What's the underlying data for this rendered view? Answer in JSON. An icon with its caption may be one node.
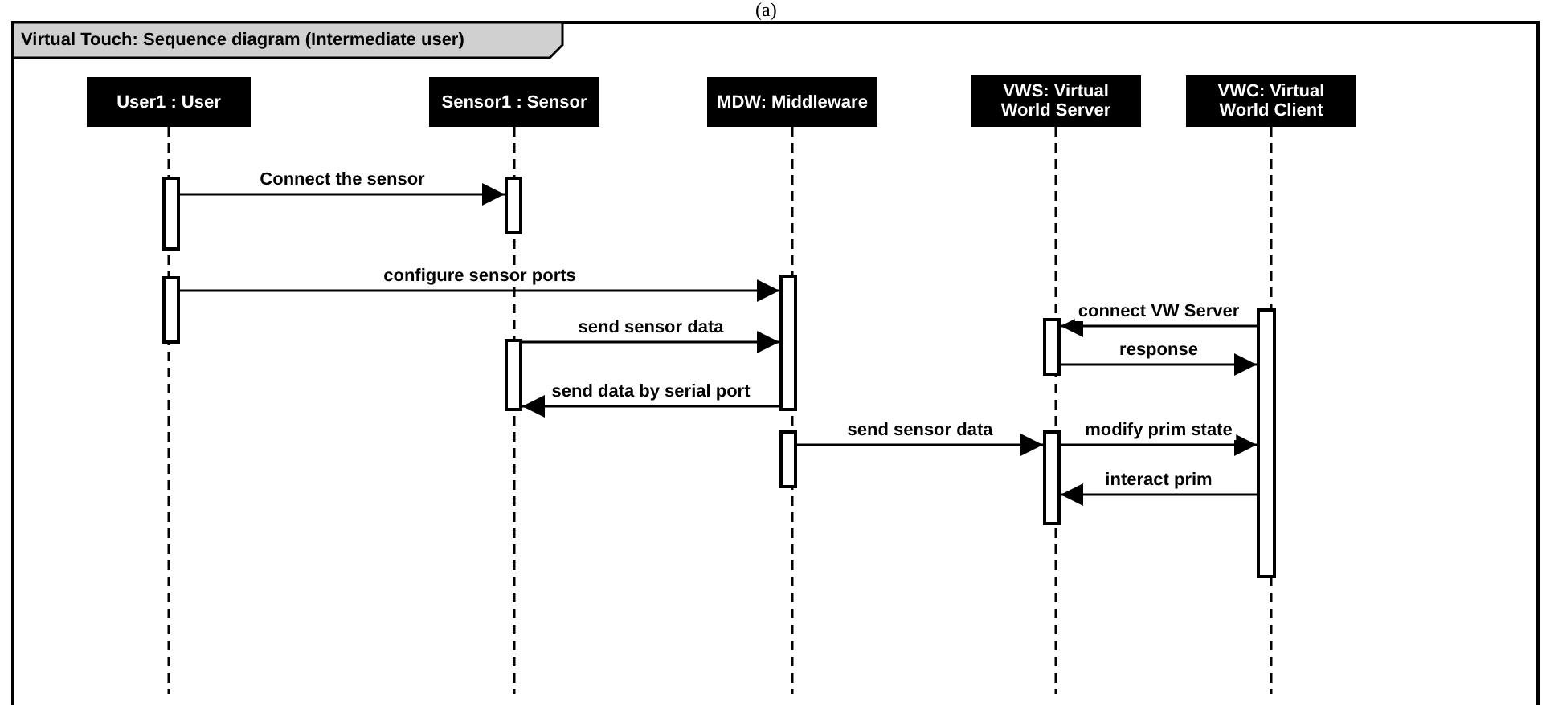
{
  "diagram": {
    "title": "Virtual Touch: Sequence diagram (Intermediate user)",
    "caption": "(a)",
    "nodes": [
      {
        "text": [
          "User1 : User"
        ]
      },
      {
        "text": [
          "Sensor1 : Sensor"
        ]
      },
      {
        "text": [
          "MDW: Middleware"
        ]
      },
      {
        "text": [
          "VWS: Virtual World Server"
        ]
      },
      {
        "text": [
          "VWC: Virtual World Client"
        ]
      },
      {
        "text": [],
        "shape": "bar"
      },
      {
        "text": [],
        "shape": "bar"
      },
      {
        "text": [],
        "shape": "bar"
      },
      {
        "text": [],
        "shape": "bar"
      },
      {
        "text": [],
        "shape": "bar"
      },
      {
        "text": [],
        "shape": "bar"
      },
      {
        "text": [],
        "shape": "bar"
      },
      {
        "text": [],
        "shape": "bar"
      },
      {
        "text": [],
        "shape": "bar"
      }
    ],
    "edges": [
      {
        "from": 5,
        "to": 7,
        "arrow": "to",
        "label": "Connect the sensor"
      },
      {
        "from": 6,
        "to": 9,
        "arrow": "to",
        "label": "configure sensor ports"
      },
      {
        "from": 8,
        "to": 9,
        "arrow": "to",
        "label": "send sensor data"
      },
      {
        "from": 9,
        "to": 8,
        "arrow": "to",
        "label": "send data by serial port"
      },
      {
        "from": 13,
        "to": 11,
        "arrow": "to",
        "label": "connect VW Server"
      },
      {
        "from": 11,
        "to": 13,
        "arrow": "to",
        "label": "response"
      },
      {
        "from": 10,
        "to": 12,
        "arrow": "to",
        "label": "send sensor data"
      },
      {
        "from": 12,
        "to": 13,
        "arrow": "to",
        "label": "modify prim state"
      },
      {
        "from": 13,
        "to": 12,
        "arrow": "to",
        "label": "interact prim"
      }
    ]
  }
}
